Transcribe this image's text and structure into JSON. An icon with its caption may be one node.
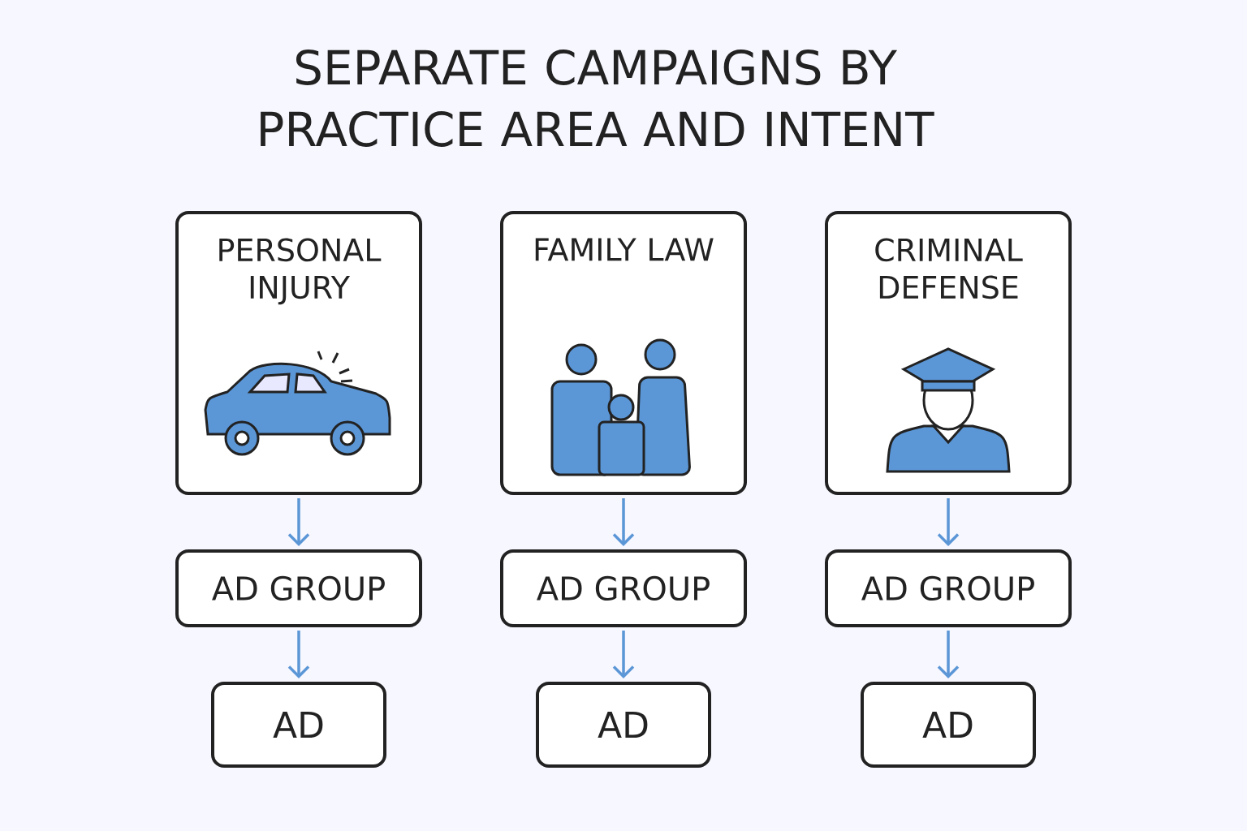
{
  "diagram": {
    "title": "SEPARATE CAMPAIGNS BY PRACTICE AREA AND INTENT",
    "nodes": [
      {
        "text": [
          "PERSONAL INJURY"
        ]
      },
      {
        "text": [
          "FAMILY LAW"
        ]
      },
      {
        "text": [
          "CRIMINAL DEFENSE"
        ]
      },
      {
        "text": [
          "AD GROUP"
        ]
      },
      {
        "text": [
          "AD GROUP"
        ]
      },
      {
        "text": [
          "AD GROUP"
        ]
      },
      {
        "text": [
          "AD"
        ]
      },
      {
        "text": [
          "AD"
        ]
      },
      {
        "text": [
          "AD"
        ]
      }
    ],
    "edges": [
      {
        "from": 0,
        "to": 3,
        "arrow": "to"
      },
      {
        "from": 1,
        "to": 4,
        "arrow": "to"
      },
      {
        "from": 2,
        "to": 5,
        "arrow": "to"
      },
      {
        "from": 3,
        "to": 6,
        "arrow": "to"
      },
      {
        "from": 4,
        "to": 7,
        "arrow": "to"
      },
      {
        "from": 5,
        "to": 8,
        "arrow": "to"
      }
    ]
  }
}
